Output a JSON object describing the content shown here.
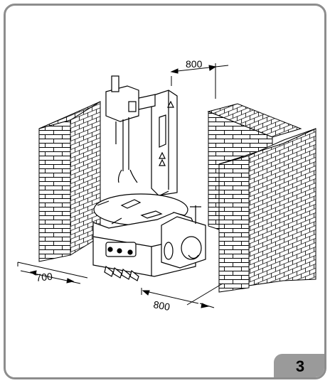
{
  "diagram": {
    "dimensions": {
      "top_clearance": "800",
      "left_clearance": "700",
      "front_clearance": "800"
    },
    "figure_number": "3",
    "colors": {
      "frame": "#8d8d8d",
      "badge": "#9a9a9a",
      "line": "#000000"
    }
  }
}
